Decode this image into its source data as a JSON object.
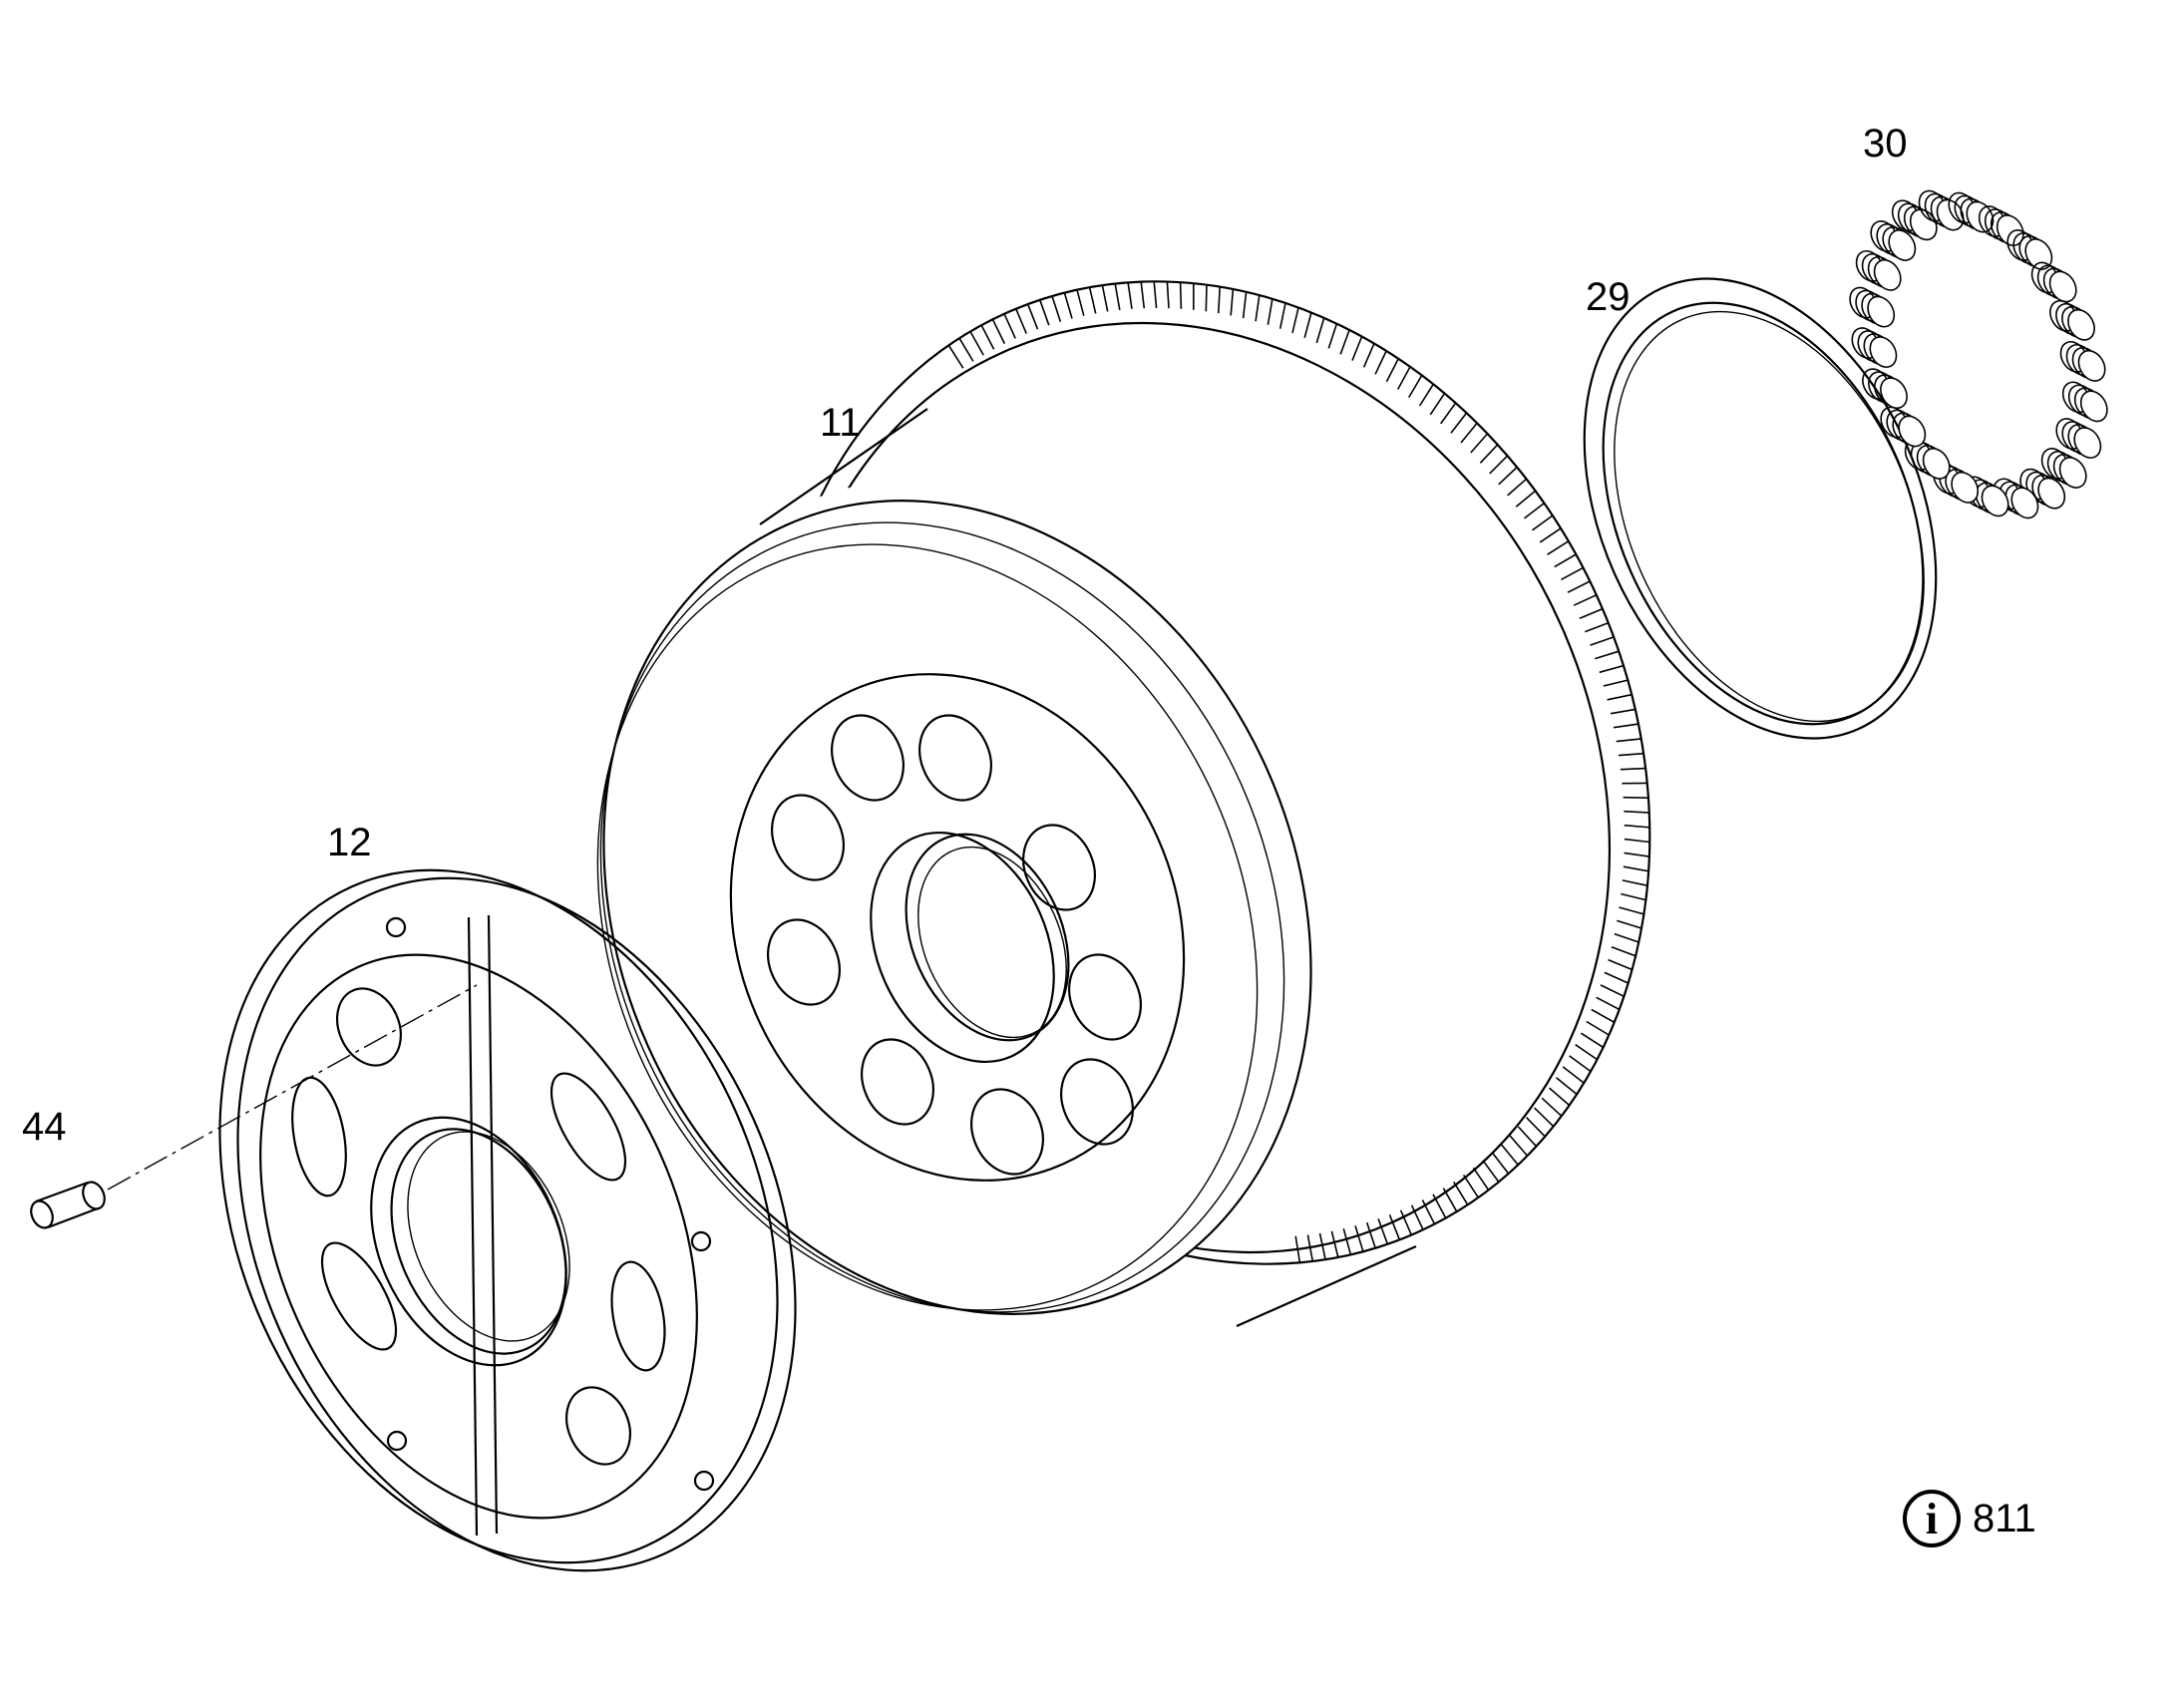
{
  "diagram": {
    "callouts": [
      {
        "id": "30",
        "text": "30"
      },
      {
        "id": "29",
        "text": "29"
      },
      {
        "id": "11",
        "text": "11"
      },
      {
        "id": "12",
        "text": "12"
      },
      {
        "id": "44",
        "text": "44"
      }
    ],
    "info_badge": {
      "icon": "info-icon",
      "symbol": "i",
      "number": "811"
    },
    "colors": {
      "line": "#000000",
      "background": "#ffffff"
    }
  }
}
